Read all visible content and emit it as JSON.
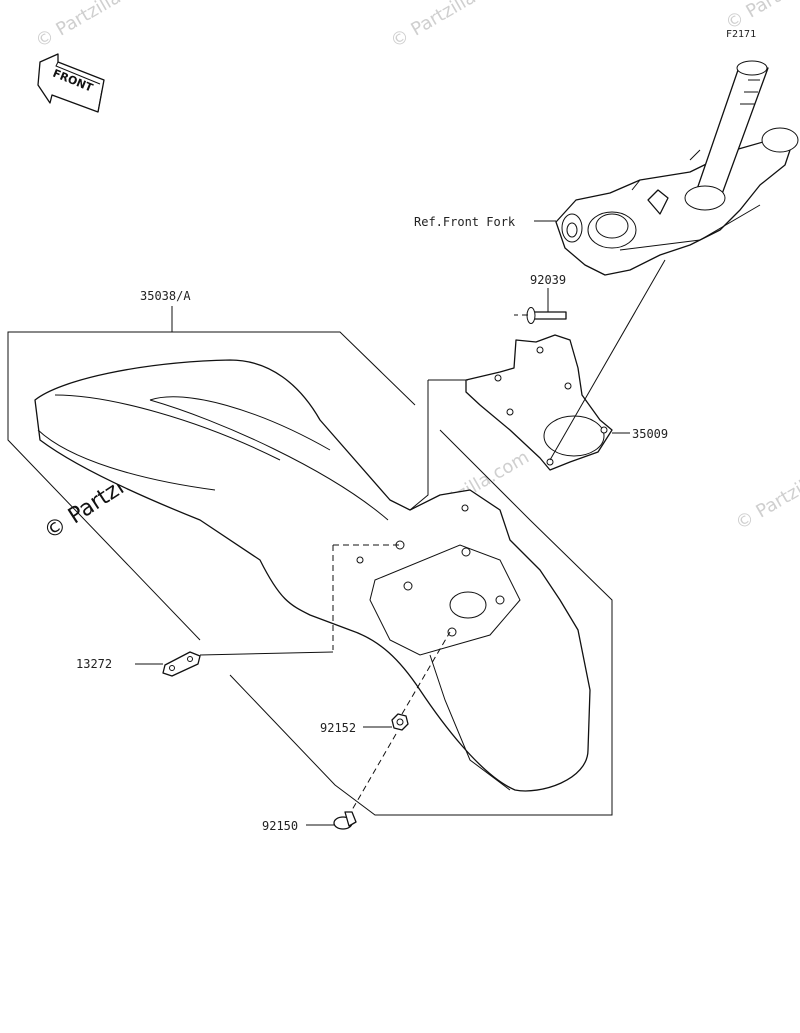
{
  "figure": {
    "code": "F2171",
    "front_indicator": "FRONT"
  },
  "watermarks": {
    "main": "© Partzilla.com",
    "faded": "© Partzilla.com"
  },
  "callouts": {
    "front_fork_ref": "Ref.Front Fork",
    "part_92039": "92039",
    "part_35038": "35038/A",
    "part_35009": "35009",
    "part_13272": "13272",
    "part_92152": "92152",
    "part_92150": "92150"
  }
}
